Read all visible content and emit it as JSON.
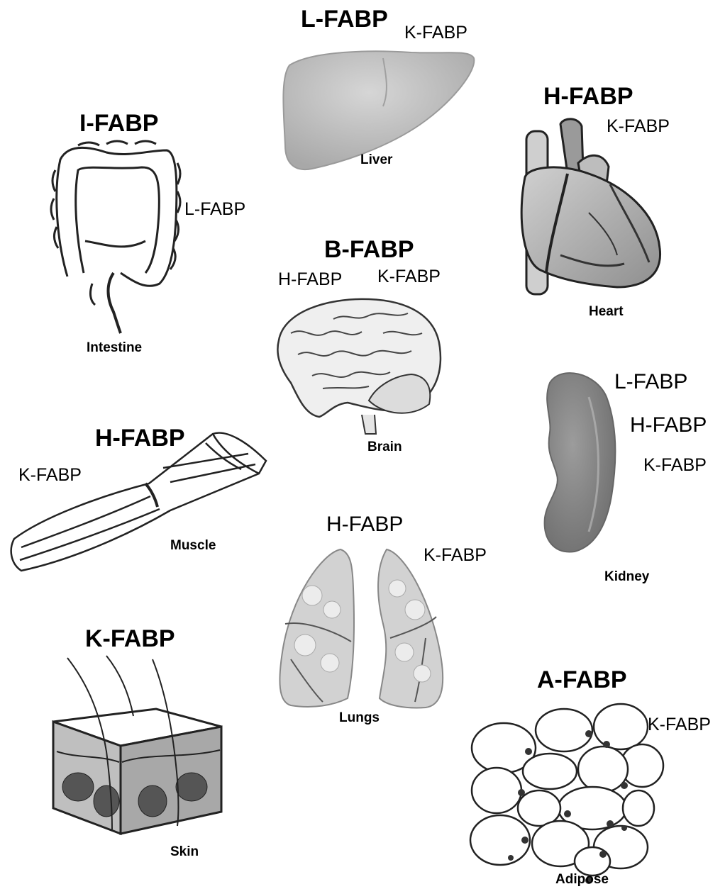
{
  "organs": {
    "liver": {
      "name": "Liver",
      "primary": "L-FABP",
      "secondary": [
        "K-FABP"
      ]
    },
    "intestine": {
      "name": "Intestine",
      "primary": "I-FABP",
      "secondary": [
        "L-FABP"
      ]
    },
    "heart": {
      "name": "Heart",
      "primary": "H-FABP",
      "secondary": [
        "K-FABP"
      ]
    },
    "brain": {
      "name": "Brain",
      "primary": "B-FABP",
      "secondary": [
        "H-FABP",
        "K-FABP"
      ]
    },
    "kidney": {
      "name": "Kidney",
      "primary": "",
      "secondary": [
        "L-FABP",
        "H-FABP",
        "K-FABP"
      ]
    },
    "muscle": {
      "name": "Muscle",
      "primary": "H-FABP",
      "secondary": [
        "K-FABP"
      ]
    },
    "lungs": {
      "name": "Lungs",
      "primary": "",
      "secondary": [
        "H-FABP",
        "K-FABP"
      ]
    },
    "skin": {
      "name": "Skin",
      "primary": "K-FABP",
      "secondary": []
    },
    "adipose": {
      "name": "Adipose",
      "primary": "A-FABP",
      "secondary": [
        "K-FABP"
      ]
    }
  },
  "colors": {
    "organ_fill": "#bdbdbd",
    "organ_dark": "#8a8a8a",
    "line": "#222222"
  }
}
